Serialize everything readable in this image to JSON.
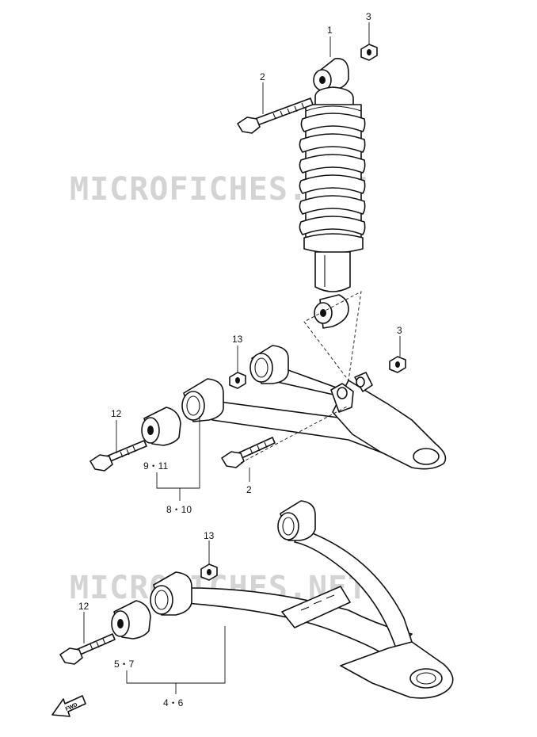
{
  "watermarks": [
    "MICROFICHES.NET",
    "MICROFICHES.NET"
  ],
  "fwd_label": "FWD",
  "callouts": {
    "c1": "1",
    "c2_top": "2",
    "c3_top": "3",
    "c3_mid": "3",
    "c13_mid": "13",
    "c12_mid": "12",
    "c9_11": "9・11",
    "c8_10": "8・10",
    "c2_mid": "2",
    "c13_bot": "13",
    "c12_bot": "12",
    "c5_7": "5・7",
    "c4_6": "4・6"
  },
  "colors": {
    "line": "#111111",
    "watermark": "#d4d4d4",
    "background": "#ffffff"
  }
}
